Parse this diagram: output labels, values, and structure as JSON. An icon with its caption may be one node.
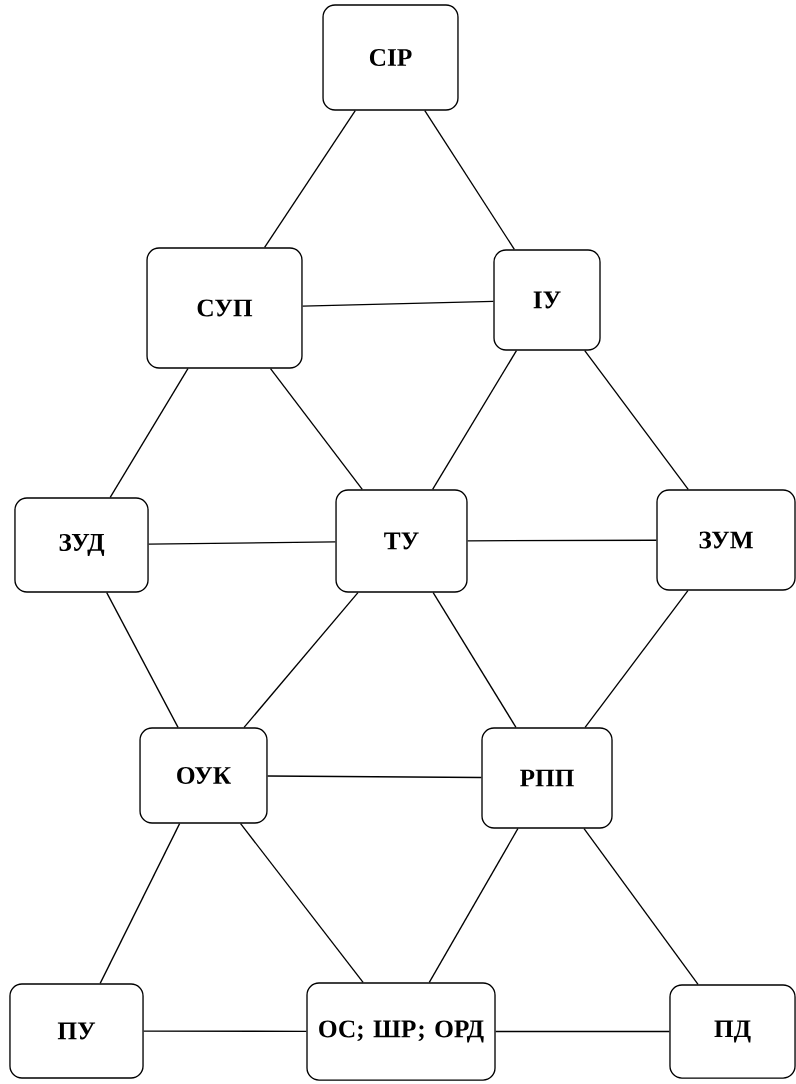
{
  "diagram": {
    "nodes": [
      {
        "text": [
          "СІР"
        ]
      },
      {
        "text": [
          "СУП"
        ]
      },
      {
        "text": [
          "ІУ"
        ]
      },
      {
        "text": [
          "ЗУД"
        ]
      },
      {
        "text": [
          "ТУ"
        ]
      },
      {
        "text": [
          "ЗУМ"
        ]
      },
      {
        "text": [
          "ОУК"
        ]
      },
      {
        "text": [
          "РПП"
        ]
      },
      {
        "text": [
          "ПУ"
        ]
      },
      {
        "text": [
          "ОС; ШР; ОРД"
        ]
      },
      {
        "text": [
          "ПД"
        ]
      }
    ],
    "edges": [
      {
        "from": 0,
        "to": 1,
        "arrow": "none"
      },
      {
        "from": 0,
        "to": 2,
        "arrow": "none"
      },
      {
        "from": 1,
        "to": 2,
        "arrow": "none"
      },
      {
        "from": 1,
        "to": 3,
        "arrow": "none"
      },
      {
        "from": 1,
        "to": 4,
        "arrow": "none"
      },
      {
        "from": 2,
        "to": 4,
        "arrow": "none"
      },
      {
        "from": 2,
        "to": 5,
        "arrow": "none"
      },
      {
        "from": 3,
        "to": 4,
        "arrow": "none"
      },
      {
        "from": 4,
        "to": 5,
        "arrow": "none"
      },
      {
        "from": 3,
        "to": 6,
        "arrow": "none"
      },
      {
        "from": 4,
        "to": 6,
        "arrow": "none"
      },
      {
        "from": 4,
        "to": 7,
        "arrow": "none"
      },
      {
        "from": 5,
        "to": 7,
        "arrow": "none"
      },
      {
        "from": 6,
        "to": 7,
        "arrow": "none"
      },
      {
        "from": 6,
        "to": 8,
        "arrow": "none"
      },
      {
        "from": 6,
        "to": 9,
        "arrow": "none"
      },
      {
        "from": 7,
        "to": 9,
        "arrow": "none"
      },
      {
        "from": 7,
        "to": 10,
        "arrow": "none"
      },
      {
        "from": 8,
        "to": 9,
        "arrow": "none"
      },
      {
        "from": 9,
        "to": 10,
        "arrow": "none"
      }
    ]
  }
}
